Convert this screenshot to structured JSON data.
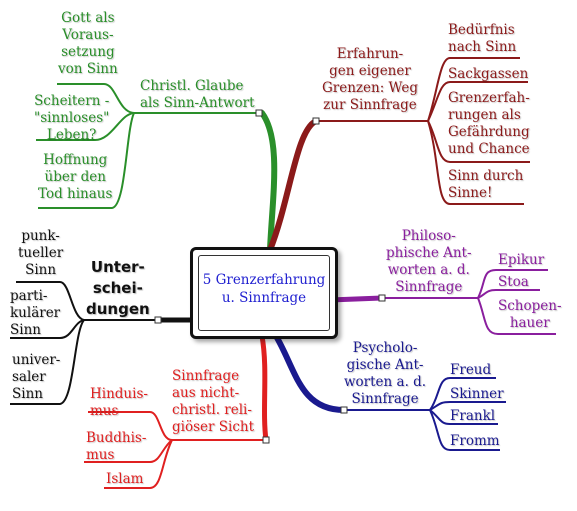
{
  "center": {
    "label": "5 Grenzerfahrung\nu. Sinnfrage"
  },
  "colors": {
    "green": "#2a8f2a",
    "darkred": "#8b1a1a",
    "purple": "#8a1f9e",
    "navy": "#1a1a8f",
    "red": "#e02020",
    "black": "#111111",
    "blue_text": "#1f1fd0"
  },
  "branches": {
    "glaube": {
      "label": "Christl. Glaube\nals Sinn-Antwort",
      "leaves": [
        "Gott als\nVoraus-\nsetzung\nvon Sinn",
        "Scheitern -\n\"sinnloses\"\nLeben?",
        "Hoffnung\nüber den\nTod hinaus"
      ]
    },
    "erfahrungen": {
      "label": "Erfahrun-\ngen eigener\nGrenzen: Weg\nzur Sinnfrage",
      "leaves": [
        "Bedürfnis\nnach Sinn",
        "Sackgassen",
        "Grenzerfah-\nrungen als\nGefährdung\nund Chance",
        "Sinn durch\nSinne!"
      ]
    },
    "philosophie": {
      "label": "Philoso-\nphische Ant-\nworten a. d.\nSinnfrage",
      "leaves": [
        "Epikur",
        "Stoa",
        "Schopen-\nhauer"
      ]
    },
    "psychologie": {
      "label": "Psycholo-\ngische Ant-\nworten a. d.\nSinnfrage",
      "leaves": [
        "Freud",
        "Skinner",
        "Frankl",
        "Fromm"
      ]
    },
    "religionen": {
      "label": "Sinnfrage\naus nicht-\nchristl. reli-\ngiöser Sicht",
      "leaves": [
        "Hinduis-\nmus",
        "Buddhis-\nmus",
        "Islam"
      ]
    },
    "unterscheidungen": {
      "label": "Unter-\nschei-\ndungen",
      "leaves": [
        "punk-\ntueller\nSinn",
        "parti-\nkulärer\nSinn",
        "univer-\nsaler\nSinn"
      ]
    }
  }
}
